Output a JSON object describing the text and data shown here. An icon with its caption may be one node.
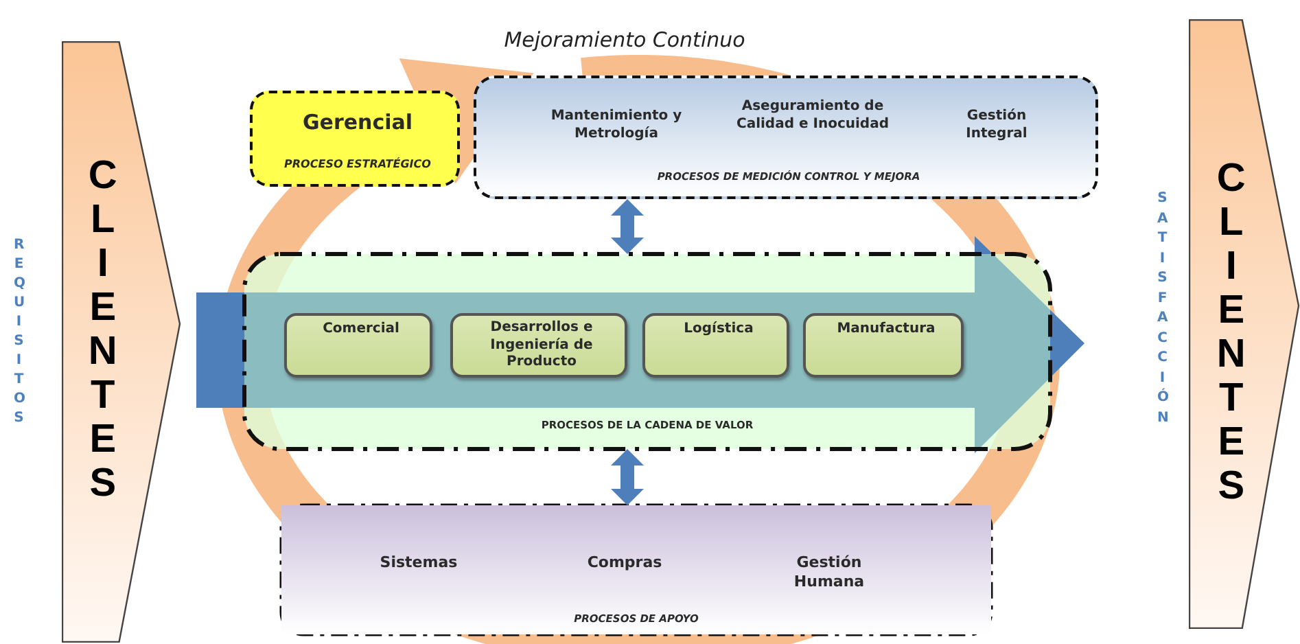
{
  "diagram": {
    "nodes": [
      {
        "text": [
          "CLIENTES"
        ]
      },
      {
        "text": [
          "Gerencial",
          "PROCESO ESTRATÉGICO"
        ]
      },
      {
        "text": [
          "Mantenimiento y Metrología",
          "Aseguramiento de Calidad e Inocuidad",
          "Gestión Integral",
          "PROCESOS DE MEDICIÓN CONTROL Y MEJORA"
        ]
      },
      {
        "text": [
          "PROCESOS DE LA CADENA DE VALOR"
        ]
      },
      {
        "text": [
          "Comercial"
        ],
        "in": 3
      },
      {
        "text": [
          "Desarrollos e Ingeniería de Producto"
        ],
        "in": 3
      },
      {
        "text": [
          "Logística"
        ],
        "in": 3
      },
      {
        "text": [
          "Manufactura"
        ],
        "in": 3
      },
      {
        "text": [
          "Sistemas",
          "Compras",
          "Gestión Humana",
          "PROCESOS DE APOYO"
        ]
      },
      {
        "text": [
          "CLIENTES"
        ]
      }
    ],
    "edges": [
      {
        "from": 2,
        "to": 3,
        "arrow": "both"
      },
      {
        "from": 3,
        "to": 8,
        "arrow": "both"
      }
    ],
    "labels": [
      "Mejoramiento Continuo",
      "REQUISITOS",
      "SATISFACCIÓN"
    ]
  }
}
